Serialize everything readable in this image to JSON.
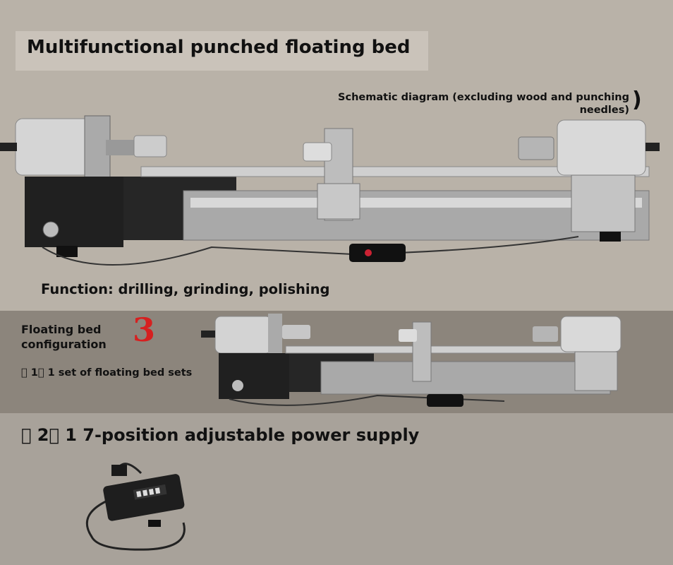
{
  "main_title": "Multifunctional punched floating bed",
  "schematic_note": "Schematic diagram (excluding wood and punching needles)",
  "schematic_bracket": ")",
  "function_text": "Function: drilling, grinding, polishing",
  "config_label": "Floating bed configuration",
  "config_number": "3",
  "item1": "\u0000 1\u0000 1 set of floating bed sets",
  "item2": "\u0000 2\u0000 1 7-position adjustable power supply",
  "colors": {
    "accent_red": "#d62020",
    "machine_black": "#202020",
    "rail_silver": "#c9c9c9"
  }
}
